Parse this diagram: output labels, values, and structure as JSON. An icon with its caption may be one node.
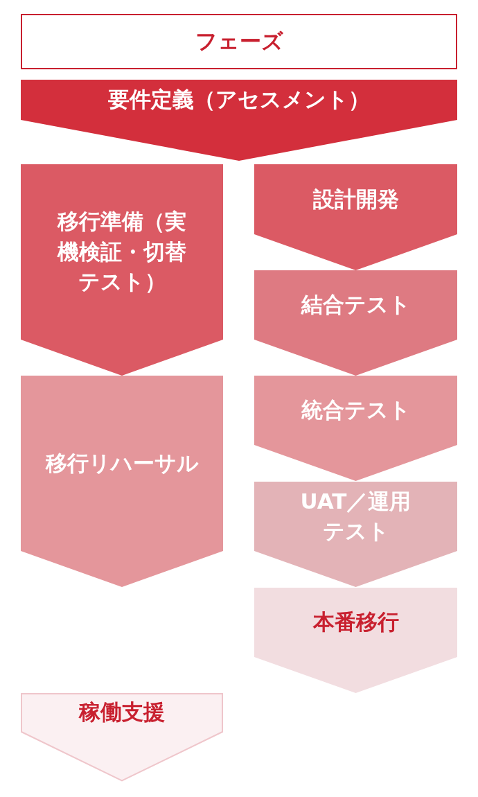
{
  "diagram": {
    "nodes": [
      {
        "text": [
          "フェーズ"
        ]
      },
      {
        "text": [
          "要件定義（アセスメント）"
        ]
      },
      {
        "text": [
          "移行準備（実機検証・切替テスト）"
        ]
      },
      {
        "text": [
          "設計開発"
        ]
      },
      {
        "text": [
          "結合テスト"
        ]
      },
      {
        "text": [
          "移行リハーサル"
        ]
      },
      {
        "text": [
          "統合テスト"
        ]
      },
      {
        "text": [
          "UAT／運用テスト"
        ]
      },
      {
        "text": [
          "本番移行"
        ]
      },
      {
        "text": [
          "稼働支援"
        ]
      }
    ]
  }
}
